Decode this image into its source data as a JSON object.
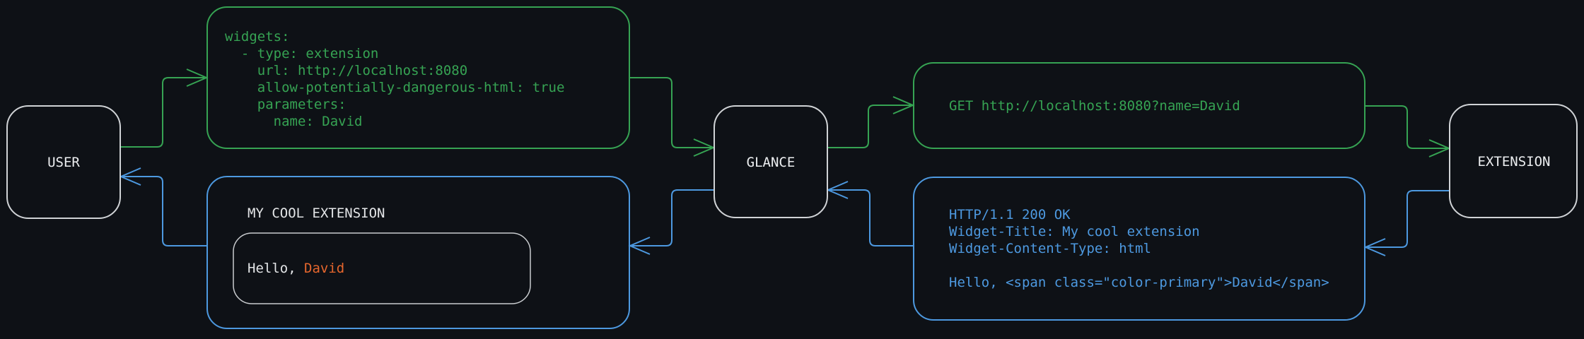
{
  "diagram": {
    "background_color": "#0e1116",
    "colors": {
      "green": "#36a353",
      "blue": "#4d99e0",
      "orange": "#e5662d",
      "node_border": "#d0d3d6",
      "text_light": "#eceef0"
    },
    "nodes": {
      "user": {
        "label": "USER"
      },
      "glance": {
        "label": "GLANCE"
      },
      "extension": {
        "label": "EXTENSION"
      }
    },
    "messages": {
      "config": {
        "lines": [
          "widgets:",
          "  - type: extension",
          "    url: http://localhost:8080",
          "    allow-potentially-dangerous-html: true",
          "    parameters:",
          "      name: David"
        ]
      },
      "request": {
        "line": "GET http://localhost:8080?name=David"
      },
      "response": {
        "lines": [
          "HTTP/1.1 200 OK",
          "Widget-Title: My cool extension",
          "Widget-Content-Type: html",
          "Hello, <span class=\"color-primary\">David</span>"
        ]
      },
      "widget": {
        "title": "MY COOL EXTENSION",
        "hello_prefix": "Hello, ",
        "hello_name": "David"
      }
    }
  }
}
